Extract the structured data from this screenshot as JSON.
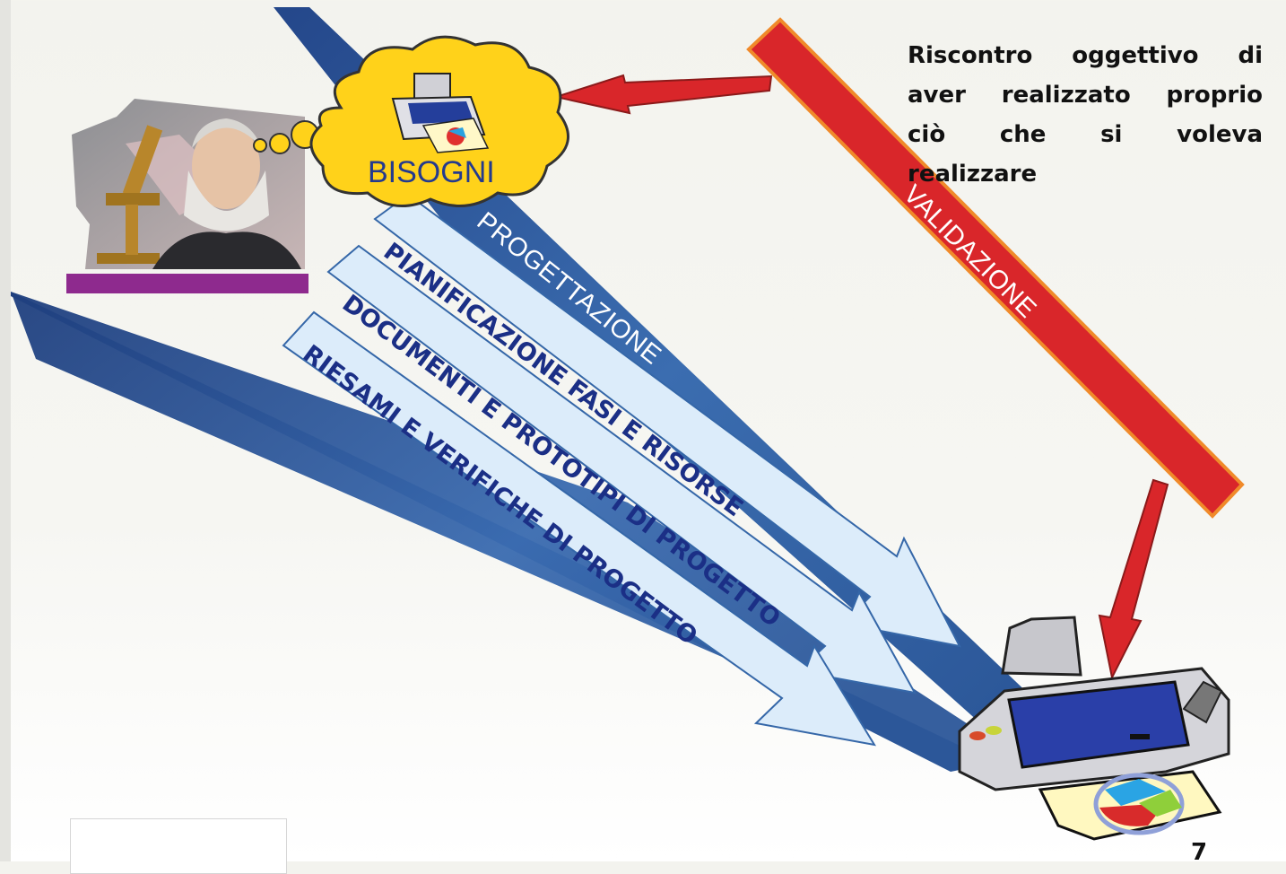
{
  "bubble_label": "BISOGNI",
  "beams": {
    "main": "PROGETTAZIONE",
    "validation": "VALIDAZIONE"
  },
  "arrows": [
    "PIANIFICAZIONE FASI E RISORSE",
    "DOCUMENTI E PROTOTIPI DI PROGETTO",
    "RIESAMI E VERIFICHE DI PROGETTO"
  ],
  "validation_note": [
    "Riscontro oggettivo di",
    "aver realizzato proprio",
    "ciò che si voleva",
    "realizzare"
  ],
  "page_number": "7",
  "colors": {
    "beam_blue": "#2f5a9a",
    "arrow_fill": "#dcecfa",
    "validation_red": "#d9262a",
    "validation_border": "#f08a2a",
    "bubble_yellow": "#ffd21a",
    "caption_bar": "#8e2a8e"
  },
  "icons": [
    "scientist-microscope-clipart",
    "thought-bubble",
    "printer-icon"
  ]
}
